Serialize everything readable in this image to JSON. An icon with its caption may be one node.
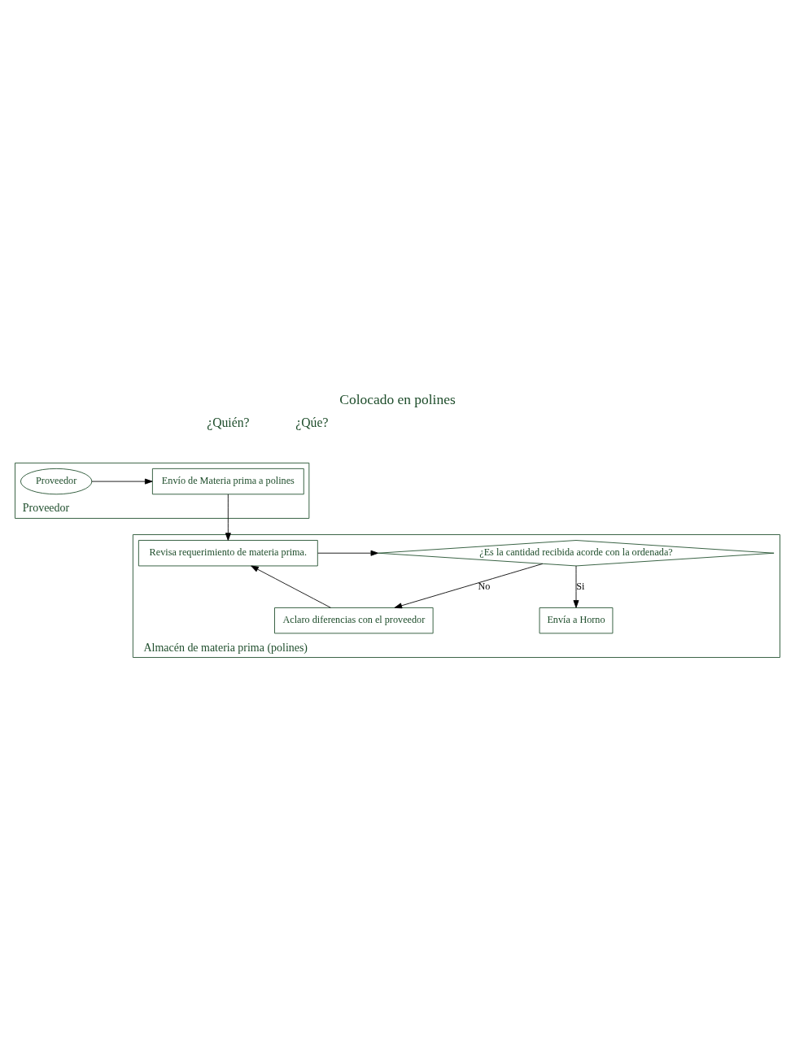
{
  "diagram": {
    "title": "Colocado en polines",
    "nodes": [
      {
        "text": [
          "Proveedor"
        ]
      },
      {
        "text": [
          "Envío de Materia prima a polines"
        ],
        "in": 0
      },
      {
        "text": [
          "Proveedor"
        ],
        "in": 0
      },
      {
        "text": [
          "Almacén de materia prima (polines)"
        ]
      },
      {
        "text": [
          "Envía a Horno"
        ],
        "in": 3
      },
      {
        "text": [
          "Revisa requerimiento de materia prima."
        ],
        "in": 3
      },
      {
        "text": [
          "¿Es la cantidad recibida acorde con la ordenada?"
        ],
        "in": 3
      },
      {
        "text": [
          "Aclaro diferencias con el proveedor"
        ],
        "in": 3
      }
    ],
    "edges": [
      {
        "from": 2,
        "to": 1,
        "arrow": "to"
      },
      {
        "from": 1,
        "to": 5,
        "arrow": "to"
      },
      {
        "from": 5,
        "to": 6,
        "arrow": "to"
      },
      {
        "from": 6,
        "to": 4,
        "arrow": "to",
        "label": "Si"
      },
      {
        "from": 6,
        "to": 7,
        "arrow": "to",
        "label": "No"
      },
      {
        "from": 7,
        "to": 5,
        "arrow": "to"
      }
    ],
    "labels": [
      "¿Quién?",
      "¿Qúe?"
    ]
  }
}
